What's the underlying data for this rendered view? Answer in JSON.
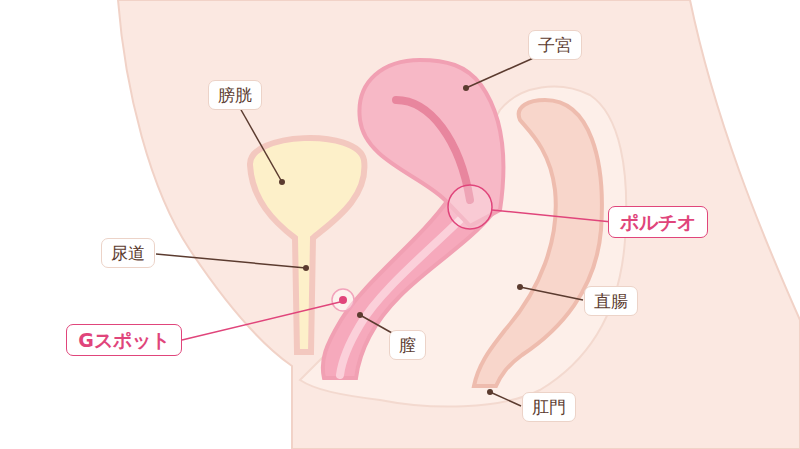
{
  "diagram": {
    "nodes": [
      {
        "text": [
          "子宮"
        ]
      },
      {
        "text": [
          "膀胱"
        ]
      },
      {
        "text": [
          "ポルチオ"
        ]
      },
      {
        "text": [
          "尿道"
        ]
      },
      {
        "text": [
          "直腸"
        ]
      },
      {
        "text": [
          "Gスポット"
        ]
      },
      {
        "text": [
          "膣"
        ]
      },
      {
        "text": [
          "肛門"
        ]
      }
    ]
  }
}
